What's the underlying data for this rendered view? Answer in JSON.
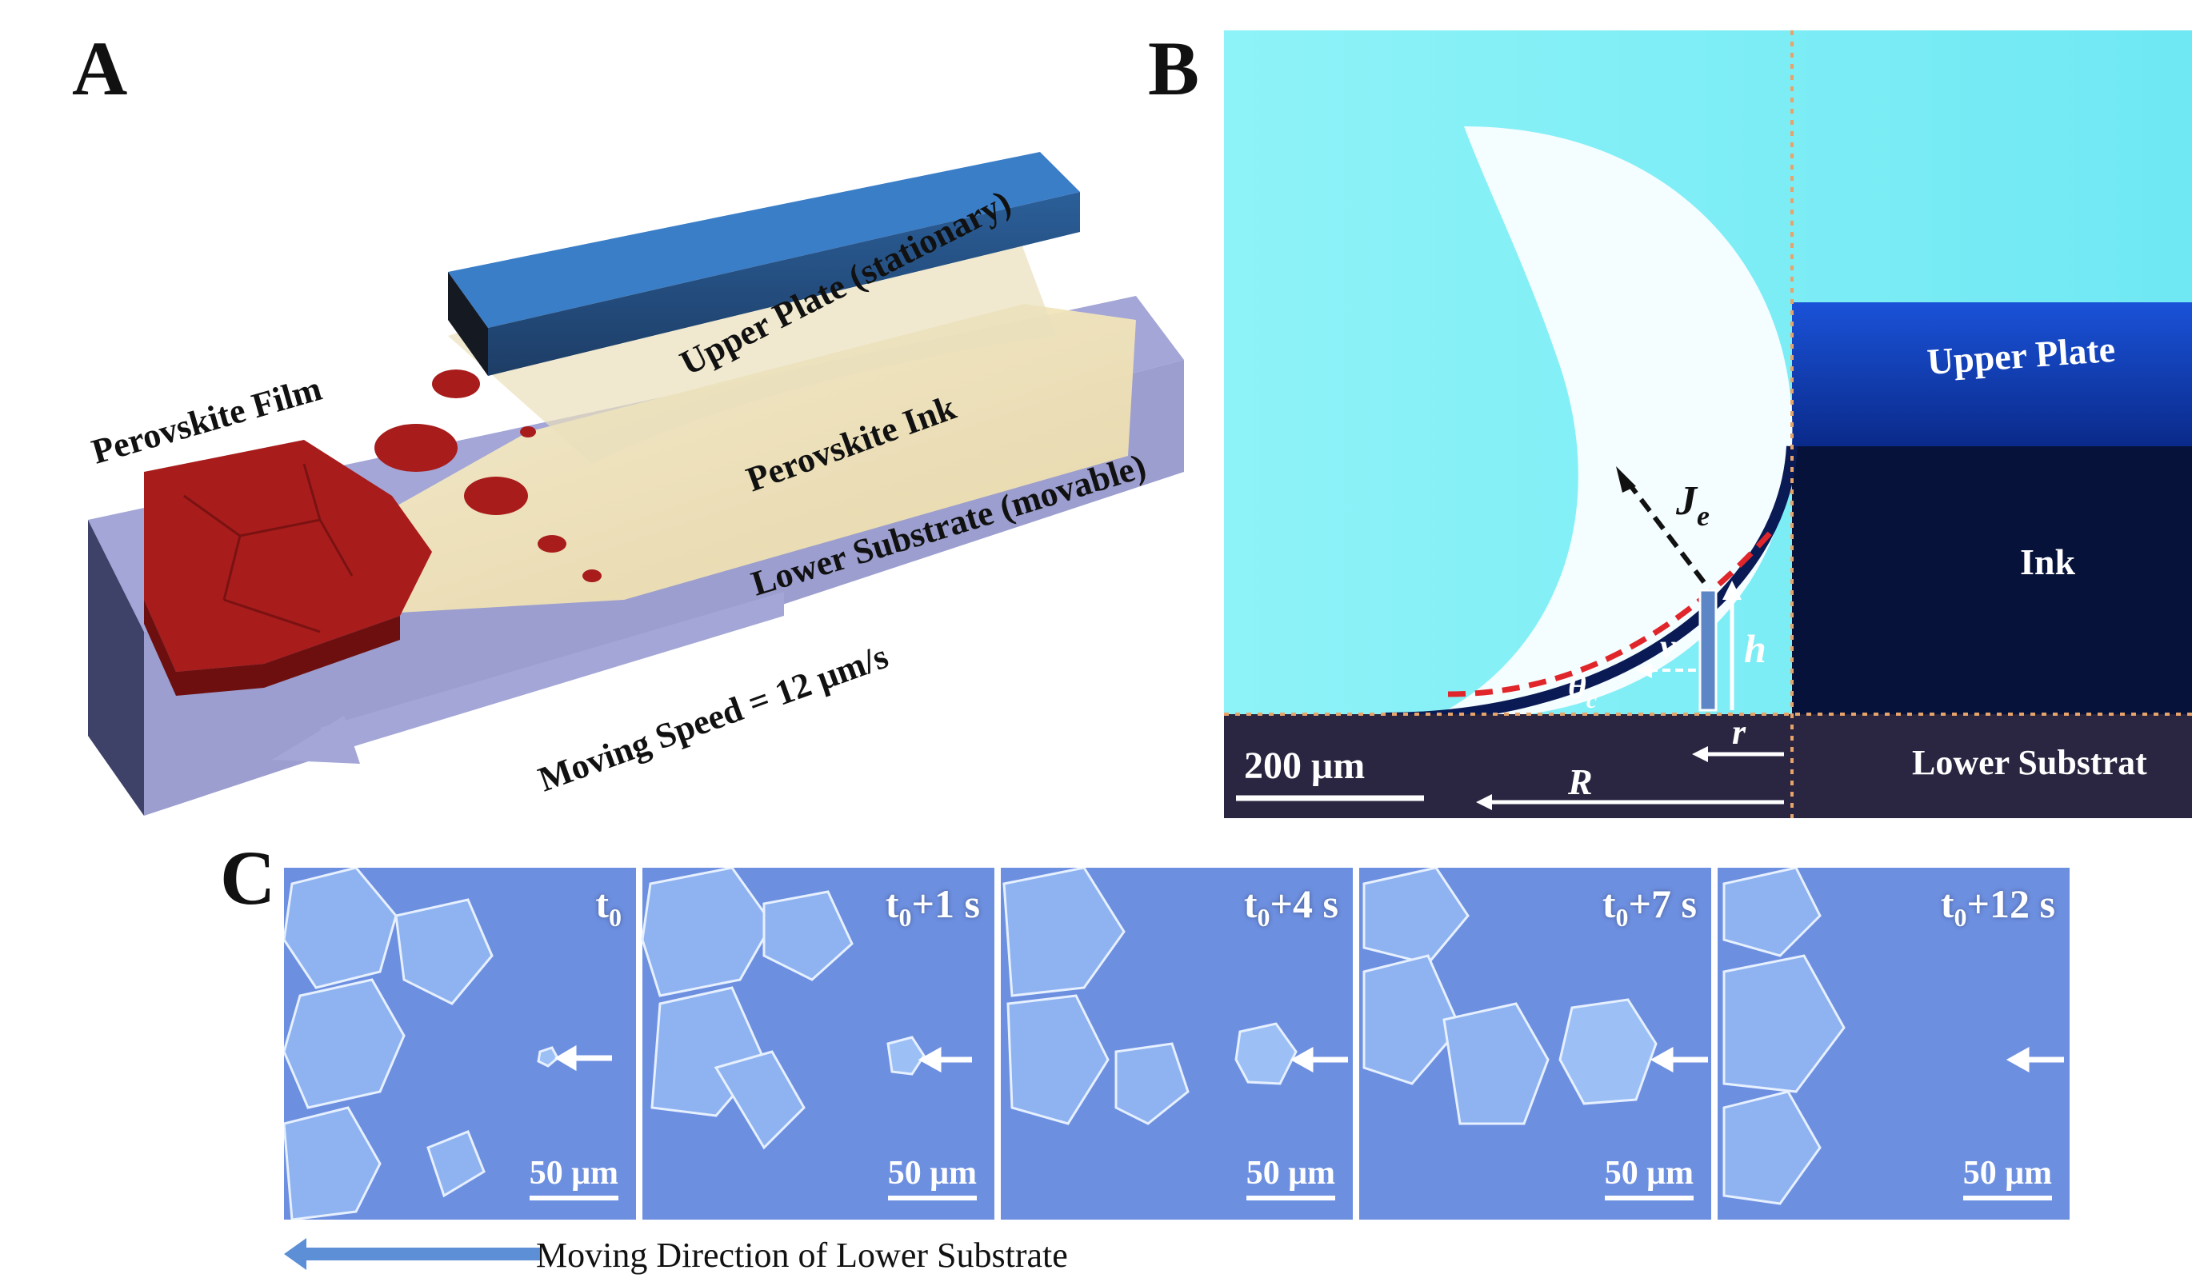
{
  "figure": {
    "panel_a": {
      "letter": "A",
      "labels": {
        "upper_plate": "Upper Plate (stationary)",
        "perovskite_ink": "Perovskite Ink",
        "perovskite_film": "Perovskite Film",
        "lower_substrate": "Lower Substrate (movable)",
        "moving_speed": "Moving Speed = 12 μm/s"
      },
      "colors": {
        "plate": "#3a7ec8",
        "substrate": "#a3a6d6",
        "ink": "#f3e8c4",
        "film": "#a81c1c"
      }
    },
    "panel_b": {
      "letter": "B",
      "labels": {
        "upper_plate": "Upper Plate",
        "ink": "Ink",
        "lower_substrate": "Lower Substrat",
        "scale": "200 μm",
        "je": "J",
        "je_sub": "e",
        "h": "h",
        "v": "v",
        "r": "r",
        "R": "R",
        "theta": "θ",
        "theta_sub": "c"
      }
    },
    "panel_c": {
      "letter": "C",
      "frames": [
        {
          "time": "t",
          "sub": "0",
          "suffix": "",
          "scale": "50 μm"
        },
        {
          "time": "t",
          "sub": "0",
          "suffix": "+1 s",
          "scale": "50 μm"
        },
        {
          "time": "t",
          "sub": "0",
          "suffix": "+4 s",
          "scale": "50 μm"
        },
        {
          "time": "t",
          "sub": "0",
          "suffix": "+7 s",
          "scale": "50 μm"
        },
        {
          "time": "t",
          "sub": "0",
          "suffix": "+12 s",
          "scale": "50 μm"
        }
      ],
      "direction_label": "Moving Direction of Lower Substrate"
    }
  }
}
